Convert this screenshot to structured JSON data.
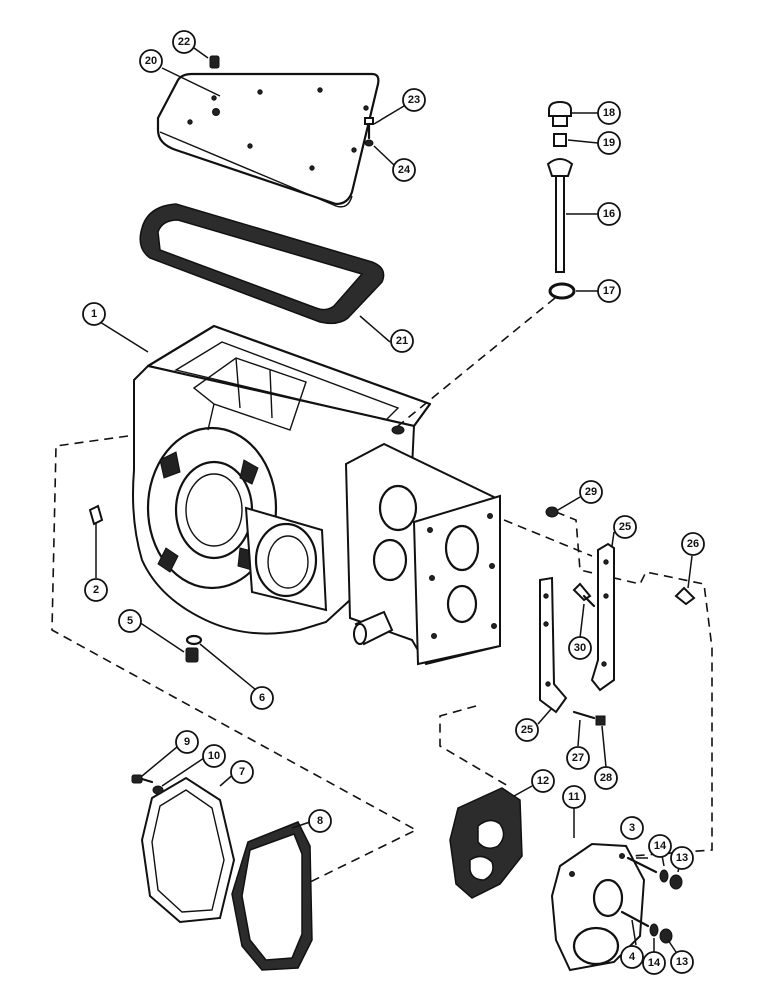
{
  "callouts": [
    {
      "label": "1"
    },
    {
      "label": "2"
    },
    {
      "label": "3"
    },
    {
      "label": "4"
    },
    {
      "label": "5"
    },
    {
      "label": "6"
    },
    {
      "label": "7"
    },
    {
      "label": "8"
    },
    {
      "label": "9"
    },
    {
      "label": "10"
    },
    {
      "label": "11"
    },
    {
      "label": "12"
    },
    {
      "label": "13"
    },
    {
      "label": "13"
    },
    {
      "label": "14"
    },
    {
      "label": "14"
    },
    {
      "label": "16"
    },
    {
      "label": "17"
    },
    {
      "label": "18"
    },
    {
      "label": "19"
    },
    {
      "label": "20"
    },
    {
      "label": "21"
    },
    {
      "label": "22"
    },
    {
      "label": "23"
    },
    {
      "label": "24"
    },
    {
      "label": "25"
    },
    {
      "label": "25"
    },
    {
      "label": "26"
    },
    {
      "label": "27"
    },
    {
      "label": "28"
    },
    {
      "label": "29"
    },
    {
      "label": "30"
    }
  ]
}
